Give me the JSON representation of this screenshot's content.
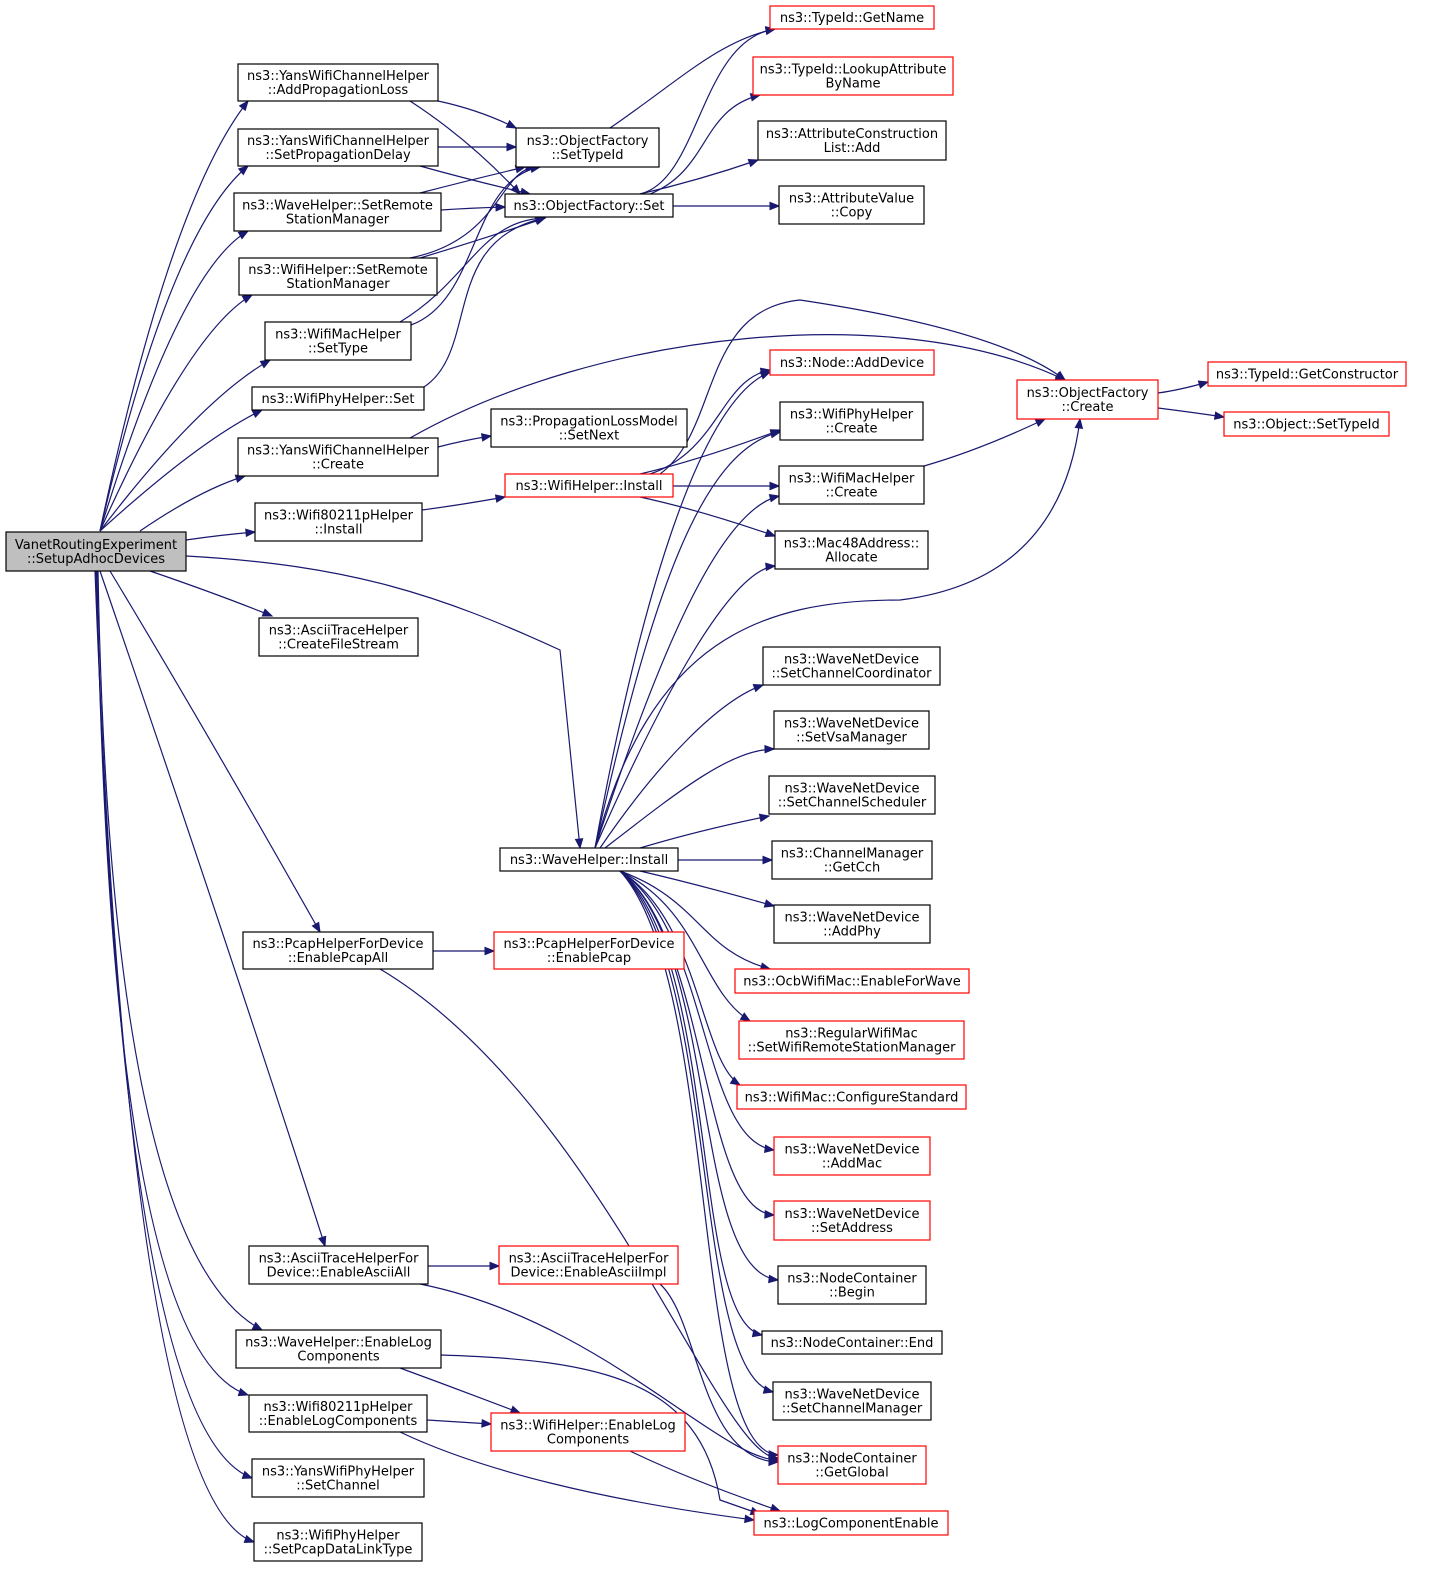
{
  "colors": {
    "edge": "#191970",
    "truncated_border": "#ff0000",
    "normal_border": "#000000",
    "root_fill": "#bfbfbf"
  },
  "nodes": {
    "root": {
      "lines": [
        "VanetRoutingExperiment",
        "::SetupAdhocDevices"
      ]
    },
    "yansAddProp": {
      "lines": [
        "ns3::YansWifiChannelHelper",
        "::AddPropagationLoss"
      ]
    },
    "yansSetDelay": {
      "lines": [
        "ns3::YansWifiChannelHelper",
        "::SetPropagationDelay"
      ]
    },
    "waveSetRemote": {
      "lines": [
        "ns3::WaveHelper::SetRemote",
        "StationManager"
      ]
    },
    "wifiSetRemote": {
      "lines": [
        "ns3::WifiHelper::SetRemote",
        "StationManager"
      ]
    },
    "wifiMacSetType": {
      "lines": [
        "ns3::WifiMacHelper",
        "::SetType"
      ]
    },
    "wifiPhySet": {
      "lines": [
        "ns3::WifiPhyHelper::Set"
      ]
    },
    "yansCreate": {
      "lines": [
        "ns3::YansWifiChannelHelper",
        "::Create"
      ]
    },
    "wifi80211pInstall": {
      "lines": [
        "ns3::Wifi80211pHelper",
        "::Install"
      ]
    },
    "asciiCreateFile": {
      "lines": [
        "ns3::AsciiTraceHelper",
        "::CreateFileStream"
      ]
    },
    "pcapEnableAll": {
      "lines": [
        "ns3::PcapHelperForDevice",
        "::EnablePcapAll"
      ]
    },
    "asciiEnableAll": {
      "lines": [
        "ns3::AsciiTraceHelperFor",
        "Device::EnableAsciiAll"
      ]
    },
    "waveEnableLog": {
      "lines": [
        "ns3::WaveHelper::EnableLog",
        "Components"
      ]
    },
    "wifi80211pEnableLog": {
      "lines": [
        "ns3::Wifi80211pHelper",
        "::EnableLogComponents"
      ]
    },
    "yansPhySetChannel": {
      "lines": [
        "ns3::YansWifiPhyHelper",
        "::SetChannel"
      ]
    },
    "wifiPhySetPcap": {
      "lines": [
        "ns3::WifiPhyHelper",
        "::SetPcapDataLinkType"
      ]
    },
    "ofSetTypeId": {
      "lines": [
        "ns3::ObjectFactory",
        "::SetTypeId"
      ]
    },
    "ofSet": {
      "lines": [
        "ns3::ObjectFactory::Set"
      ]
    },
    "propLossSetNext": {
      "lines": [
        "ns3::PropagationLossModel",
        "::SetNext"
      ]
    },
    "wifiInstall": {
      "lines": [
        "ns3::WifiHelper::Install"
      ]
    },
    "waveInstall": {
      "lines": [
        "ns3::WaveHelper::Install"
      ]
    },
    "pcapEnablePcap": {
      "lines": [
        "ns3::PcapHelperForDevice",
        "::EnablePcap"
      ]
    },
    "asciiEnableImpl": {
      "lines": [
        "ns3::AsciiTraceHelperFor",
        "Device::EnableAsciiImpl"
      ]
    },
    "wifiEnableLog": {
      "lines": [
        "ns3::WifiHelper::EnableLog",
        "Components"
      ]
    },
    "typeIdGetName": {
      "lines": [
        "ns3::TypeId::GetName"
      ]
    },
    "typeIdLookup": {
      "lines": [
        "ns3::TypeId::LookupAttribute",
        "ByName"
      ]
    },
    "attrConsAdd": {
      "lines": [
        "ns3::AttributeConstruction",
        "List::Add"
      ]
    },
    "attrValCopy": {
      "lines": [
        "ns3::AttributeValue",
        "::Copy"
      ]
    },
    "nodeAddDevice": {
      "lines": [
        "ns3::Node::AddDevice"
      ]
    },
    "wifiPhyCreate": {
      "lines": [
        "ns3::WifiPhyHelper",
        "::Create"
      ]
    },
    "wifiMacCreate": {
      "lines": [
        "ns3::WifiMacHelper",
        "::Create"
      ]
    },
    "mac48Alloc": {
      "lines": [
        "ns3::Mac48Address::",
        "Allocate"
      ]
    },
    "wndSetChanCoord": {
      "lines": [
        "ns3::WaveNetDevice",
        "::SetChannelCoordinator"
      ]
    },
    "wndSetVsa": {
      "lines": [
        "ns3::WaveNetDevice",
        "::SetVsaManager"
      ]
    },
    "wndSetChanSched": {
      "lines": [
        "ns3::WaveNetDevice",
        "::SetChannelScheduler"
      ]
    },
    "chanMgrGetCch": {
      "lines": [
        "ns3::ChannelManager",
        "::GetCch"
      ]
    },
    "wndAddPhy": {
      "lines": [
        "ns3::WaveNetDevice",
        "::AddPhy"
      ]
    },
    "ocbEnableWave": {
      "lines": [
        "ns3::OcbWifiMac::EnableForWave"
      ]
    },
    "regSetRemote": {
      "lines": [
        "ns3::RegularWifiMac",
        "::SetWifiRemoteStationManager"
      ]
    },
    "wifiMacConfStd": {
      "lines": [
        "ns3::WifiMac::ConfigureStandard"
      ]
    },
    "wndAddMac": {
      "lines": [
        "ns3::WaveNetDevice",
        "::AddMac"
      ]
    },
    "wndSetAddress": {
      "lines": [
        "ns3::WaveNetDevice",
        "::SetAddress"
      ]
    },
    "ncBegin": {
      "lines": [
        "ns3::NodeContainer",
        "::Begin"
      ]
    },
    "ncEnd": {
      "lines": [
        "ns3::NodeContainer::End"
      ]
    },
    "wndSetChanMgr": {
      "lines": [
        "ns3::WaveNetDevice",
        "::SetChannelManager"
      ]
    },
    "ncGetGlobal": {
      "lines": [
        "ns3::NodeContainer",
        "::GetGlobal"
      ]
    },
    "logCompEnable": {
      "lines": [
        "ns3::LogComponentEnable"
      ]
    },
    "ofCreate": {
      "lines": [
        "ns3::ObjectFactory",
        "::Create"
      ]
    },
    "typeIdGetCtor": {
      "lines": [
        "ns3::TypeId::GetConstructor"
      ]
    },
    "objSetTypeId": {
      "lines": [
        "ns3::Object::SetTypeId"
      ]
    }
  }
}
